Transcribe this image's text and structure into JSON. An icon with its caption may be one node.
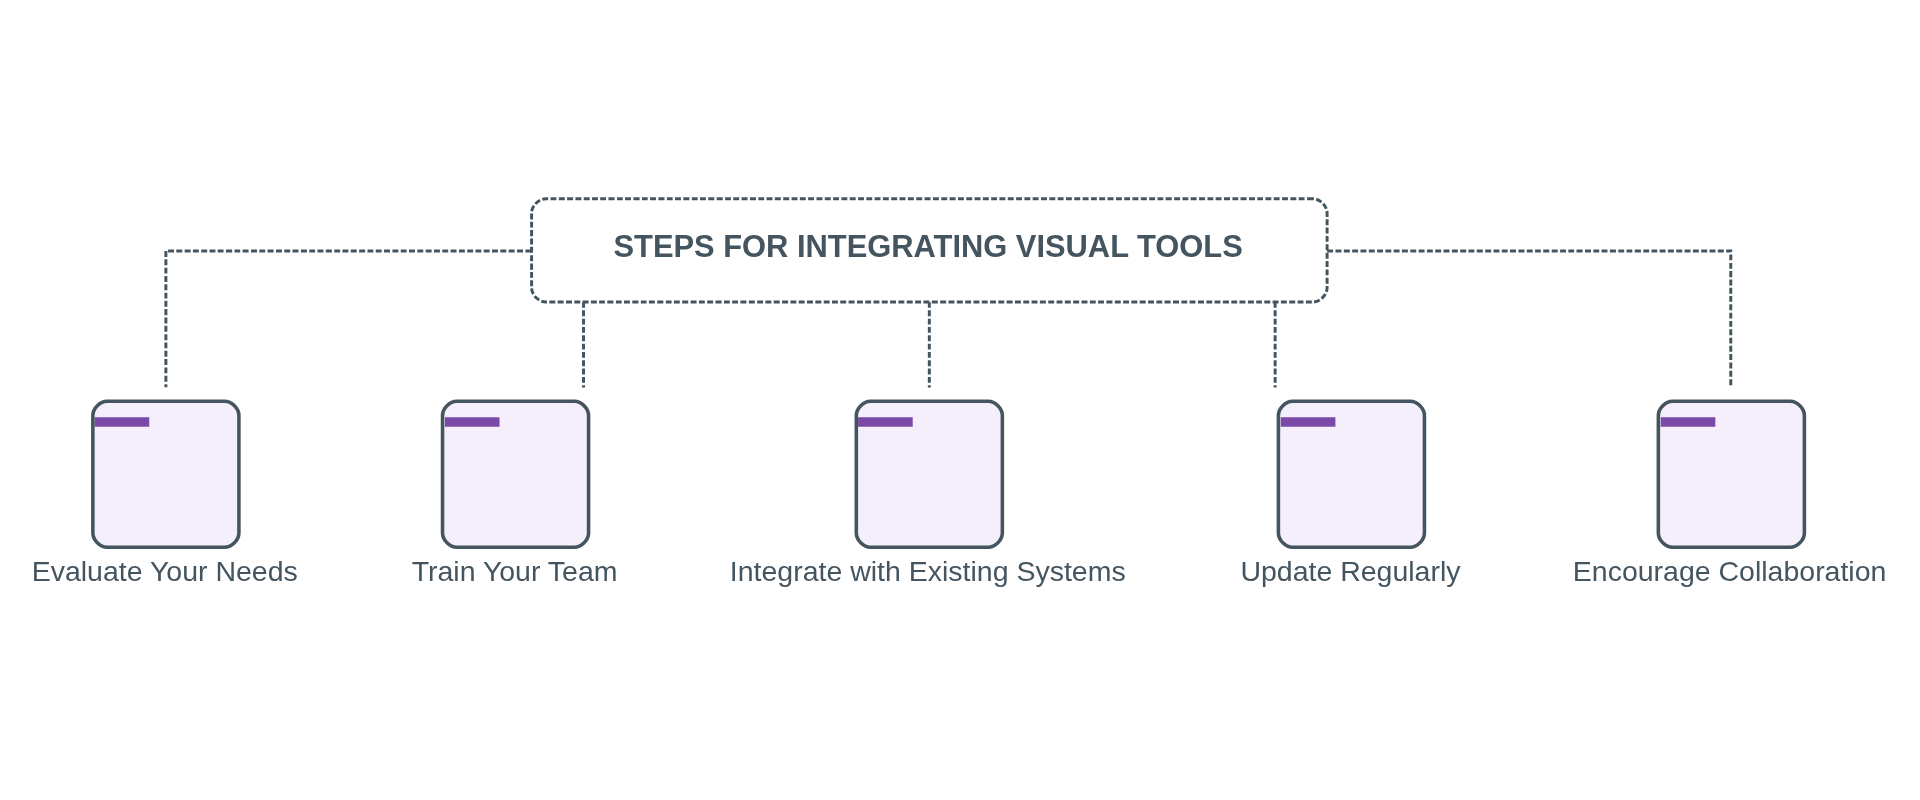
{
  "diagram": {
    "nodes": [
      {
        "text": [
          "STEPS FOR INTEGRATING VISUAL TOOLS"
        ]
      },
      {
        "text": [],
        "shape": "picture",
        "beside": [
          "Evaluate Your Needs"
        ]
      },
      {
        "text": [],
        "shape": "picture",
        "beside": [
          "Train Your Team"
        ]
      },
      {
        "text": [],
        "shape": "picture",
        "beside": [
          "Integrate with Existing Systems"
        ]
      },
      {
        "text": [],
        "shape": "picture",
        "beside": [
          "Update Regularly"
        ]
      },
      {
        "text": [],
        "shape": "picture",
        "beside": [
          "Encourage Collaboration"
        ]
      }
    ],
    "edges": [
      {
        "from": 0,
        "to": 1,
        "arrow": "none",
        "style": "dashed"
      },
      {
        "from": 0,
        "to": 2,
        "arrow": "none",
        "style": "dashed"
      },
      {
        "from": 0,
        "to": 3,
        "arrow": "none",
        "style": "dashed"
      },
      {
        "from": 0,
        "to": 4,
        "arrow": "none",
        "style": "dashed"
      },
      {
        "from": 0,
        "to": 5,
        "arrow": "none",
        "style": "dashed"
      }
    ]
  }
}
